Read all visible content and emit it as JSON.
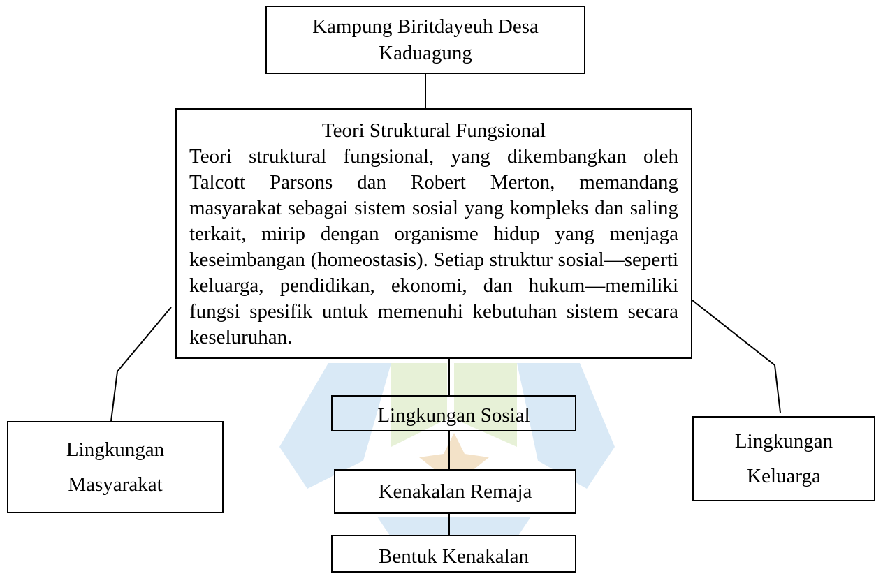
{
  "nodes": {
    "top": {
      "text": "Kampung Biritdayeuh Desa Kaduagung"
    },
    "theory": {
      "title": "Teori Struktural Fungsional",
      "body": "Teori struktural fungsional, yang dikembangkan oleh Talcott Parsons dan Robert Merton, memandang masyarakat sebagai sistem sosial yang kompleks dan saling terkait, mirip dengan organisme hidup yang menjaga keseimbangan (homeostasis). Setiap struktur sosial—seperti keluarga, pendidikan, ekonomi, dan hukum—memiliki fungsi spesifik untuk memenuhi kebutuhan sistem secara keseluruhan."
    },
    "social": {
      "text": "Lingkungan Sosial"
    },
    "remaja": {
      "text": "Kenakalan Remaja"
    },
    "bentuk": {
      "text": "Bentuk Kenakalan"
    },
    "masyarakat": {
      "line1": "Lingkungan",
      "line2": "Masyarakat"
    },
    "keluarga": {
      "line1": "Lingkungan",
      "line2": "Keluarga"
    }
  },
  "colors": {
    "line": "#000000",
    "watermark_blue": "#cfe3f4",
    "watermark_green": "#e4efd3",
    "watermark_gold": "#f2dfc2"
  }
}
